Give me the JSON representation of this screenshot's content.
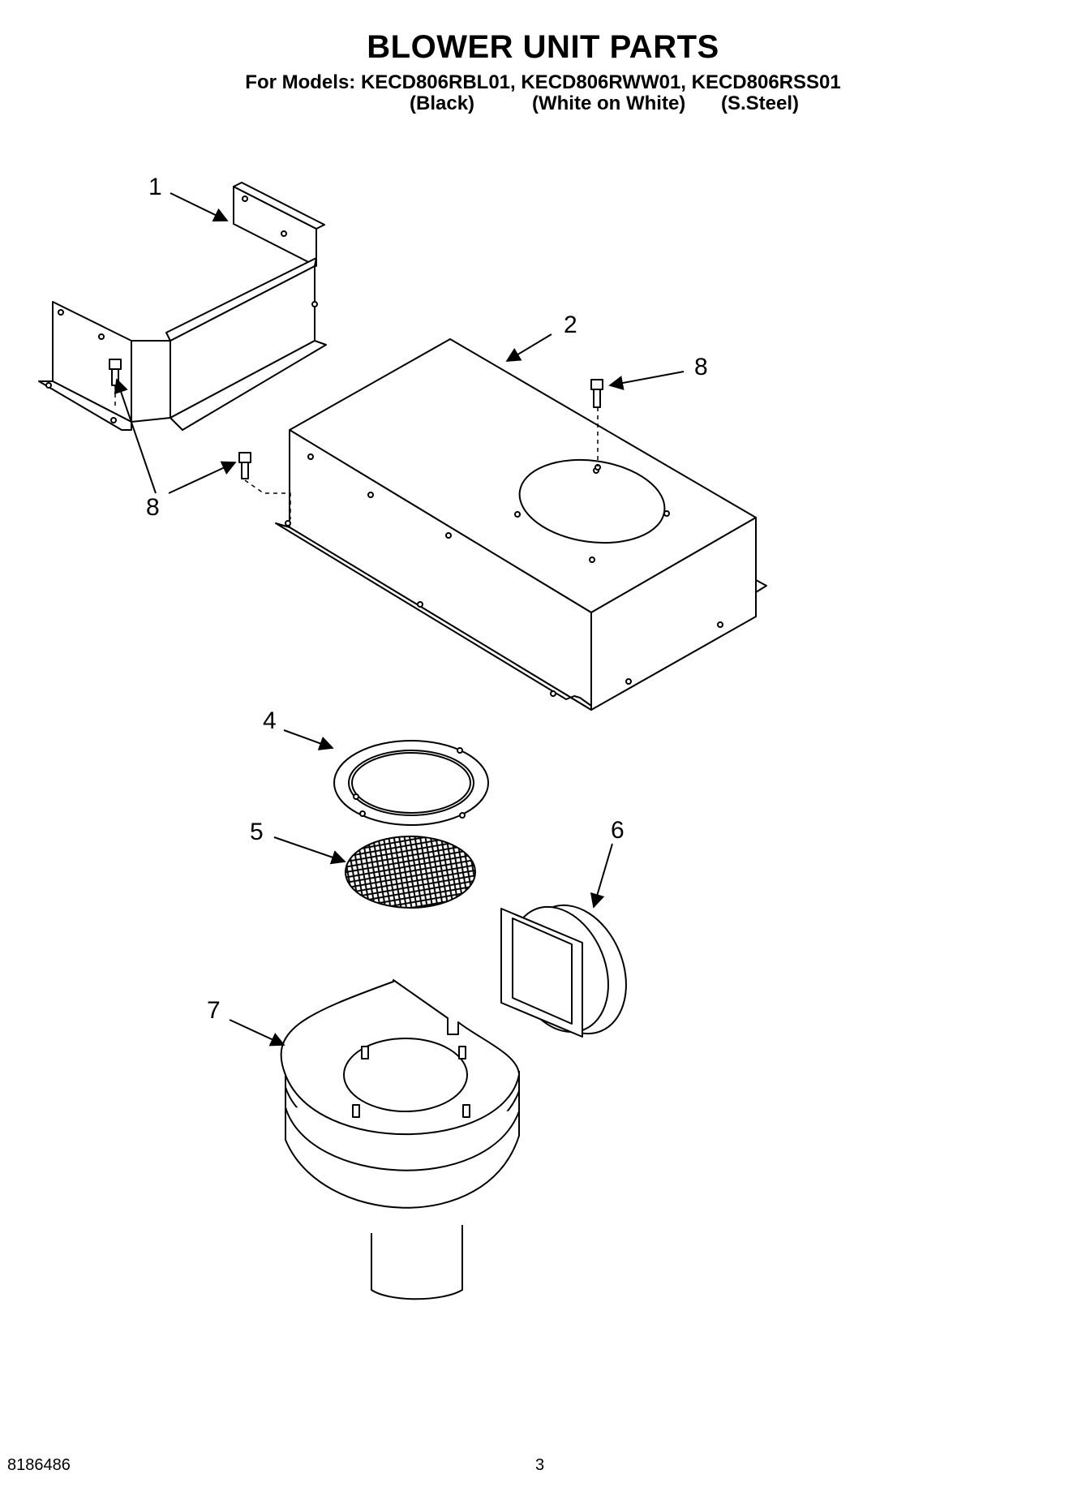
{
  "header": {
    "title": "BLOWER UNIT PARTS",
    "models_line": "For Models: KECD806RBL01, KECD806RWW01, KECD806RSS01",
    "variants": [
      "(Black)",
      "(White on White)",
      "(S.Steel)"
    ]
  },
  "callouts": {
    "part_1": "1",
    "part_2": "2",
    "part_4": "4",
    "part_5": "5",
    "part_6": "6",
    "part_7": "7",
    "part_8a": "8",
    "part_8b": "8"
  },
  "footer": {
    "doc_number": "8186486",
    "page_number": "3"
  }
}
